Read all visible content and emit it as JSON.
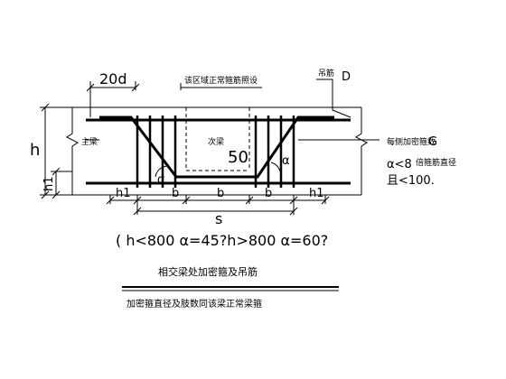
{
  "labels": {
    "dim_20d": "20d",
    "note_top": "该区域正常箍筋照设",
    "hanger_label": "吊筋",
    "hanger_symbol": "D",
    "main_beam": "主梁",
    "secondary_beam": "次梁",
    "side_stirrups_label": "每侧加密箍数",
    "side_stirrups_symbol": "G",
    "spacing_note_line1": "α<8",
    "spacing_note_cjk": "倍箍筋直径",
    "spacing_note_line2": "且<100.",
    "dim_50": "50",
    "alpha_a": "α",
    "alpha_b": "α",
    "dim_h": "h",
    "dim_h1_vertical": "h1",
    "dim_h1_left": "h1",
    "dim_h1_right": "h1",
    "dim_b1": "b",
    "dim_b2": "b",
    "dim_b3": "b",
    "dim_s": "s",
    "formula": "( h<800  α=45?h>800  α=60?",
    "title": "相交梁处加密箍及吊筋",
    "subtitle": "加密箍直径及肢数同该梁正常梁箍"
  }
}
